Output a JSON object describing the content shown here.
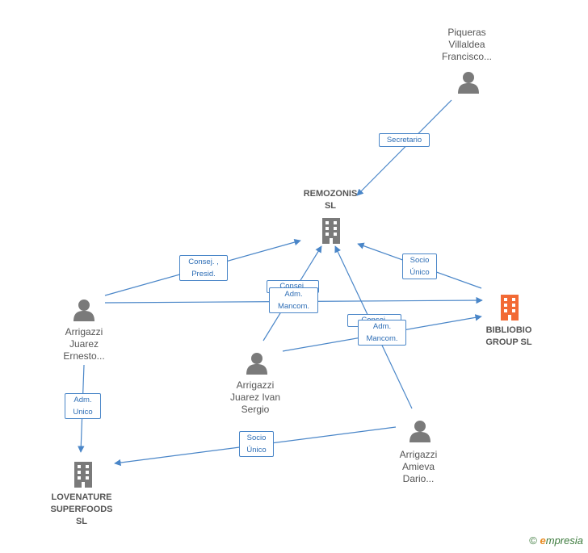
{
  "colors": {
    "edge": "#4a86c8",
    "person_icon": "#7a7a7a",
    "company_icon": "#7a7a7a",
    "highlight_company_icon": "#f26a35"
  },
  "nodes": {
    "piqueras": {
      "label": "Piqueras\nVillaldea\nFrancisco..."
    },
    "remozonis": {
      "label": "REMOZONIS\nSL"
    },
    "bibliobio": {
      "label": "BIBLIOBIO\nGROUP  SL"
    },
    "ernesto": {
      "label": "Arrigazzi\nJuarez\nErnesto..."
    },
    "ivan": {
      "label": "Arrigazzi\nJuarez Ivan\nSergio"
    },
    "dario": {
      "label": "Arrigazzi\nAmieva\nDario..."
    },
    "lovenature": {
      "label": "LOVENATURE\nSUPERFOODS\nSL"
    }
  },
  "edge_labels": {
    "secretario": "Secretario",
    "consej_presid": "Consej. ,\nPresid.",
    "socio_unico_bibliobio": "Socio\nÚnico",
    "ivan_remozonis_back": "Consej.",
    "ivan_remozonis": "Adm.\nMancom.",
    "ivan_bibliobio_back": "Consej.",
    "dario_bibliobio": "Adm.\nMancom.",
    "adm_unico": "Adm.\nUnico",
    "socio_unico_lovenature": "Socio\nÚnico"
  },
  "footer": {
    "copyright": "©",
    "brand_initial": "e",
    "brand_rest": "mpresia"
  }
}
